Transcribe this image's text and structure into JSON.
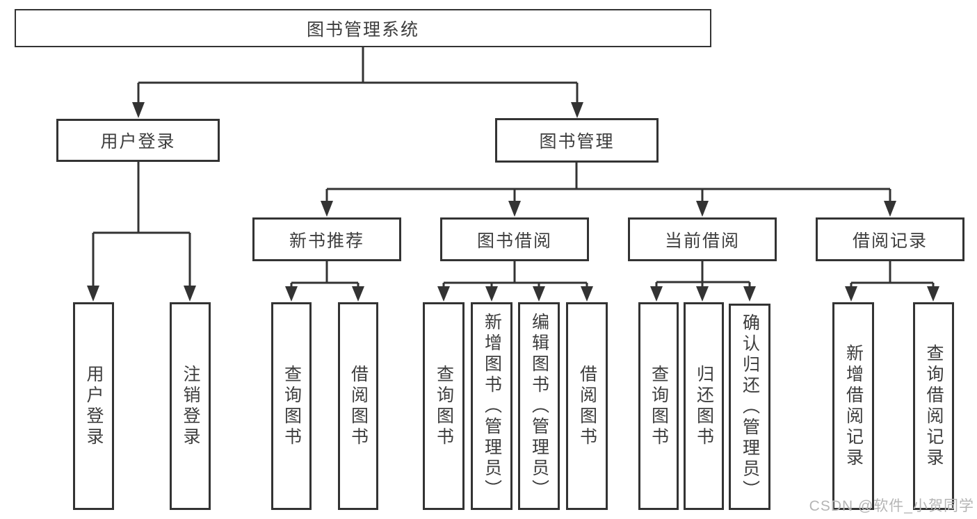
{
  "diagram": {
    "root": {
      "label": "图书管理系统"
    },
    "level2": {
      "user_login": {
        "label": "用户登录"
      },
      "book_mgmt": {
        "label": "图书管理"
      }
    },
    "level3": {
      "new_books": {
        "label": "新书推荐"
      },
      "book_borrow": {
        "label": "图书借阅"
      },
      "current_borrow": {
        "label": "当前借阅"
      },
      "borrow_records": {
        "label": "借阅记录"
      }
    },
    "leaves": {
      "user_login": [
        "用户登录",
        "注销登录"
      ],
      "new_books": [
        "查询图书",
        "借阅图书"
      ],
      "book_borrow": [
        "查询图书",
        "新增图书（管理员）",
        "编辑图书（管理员）",
        "借阅图书"
      ],
      "current_borrow": [
        "查询图书",
        "归还图书",
        "确认归还（管理员）"
      ],
      "borrow_records": [
        "新增借阅记录",
        "查询借阅记录"
      ]
    }
  },
  "watermark": "CSDN @软件_小贺同学",
  "colors": {
    "border": "#333333",
    "text": "#3d3d3d",
    "arrow": "#333333",
    "watermark": "#b5b5b5",
    "background": "#ffffff"
  }
}
